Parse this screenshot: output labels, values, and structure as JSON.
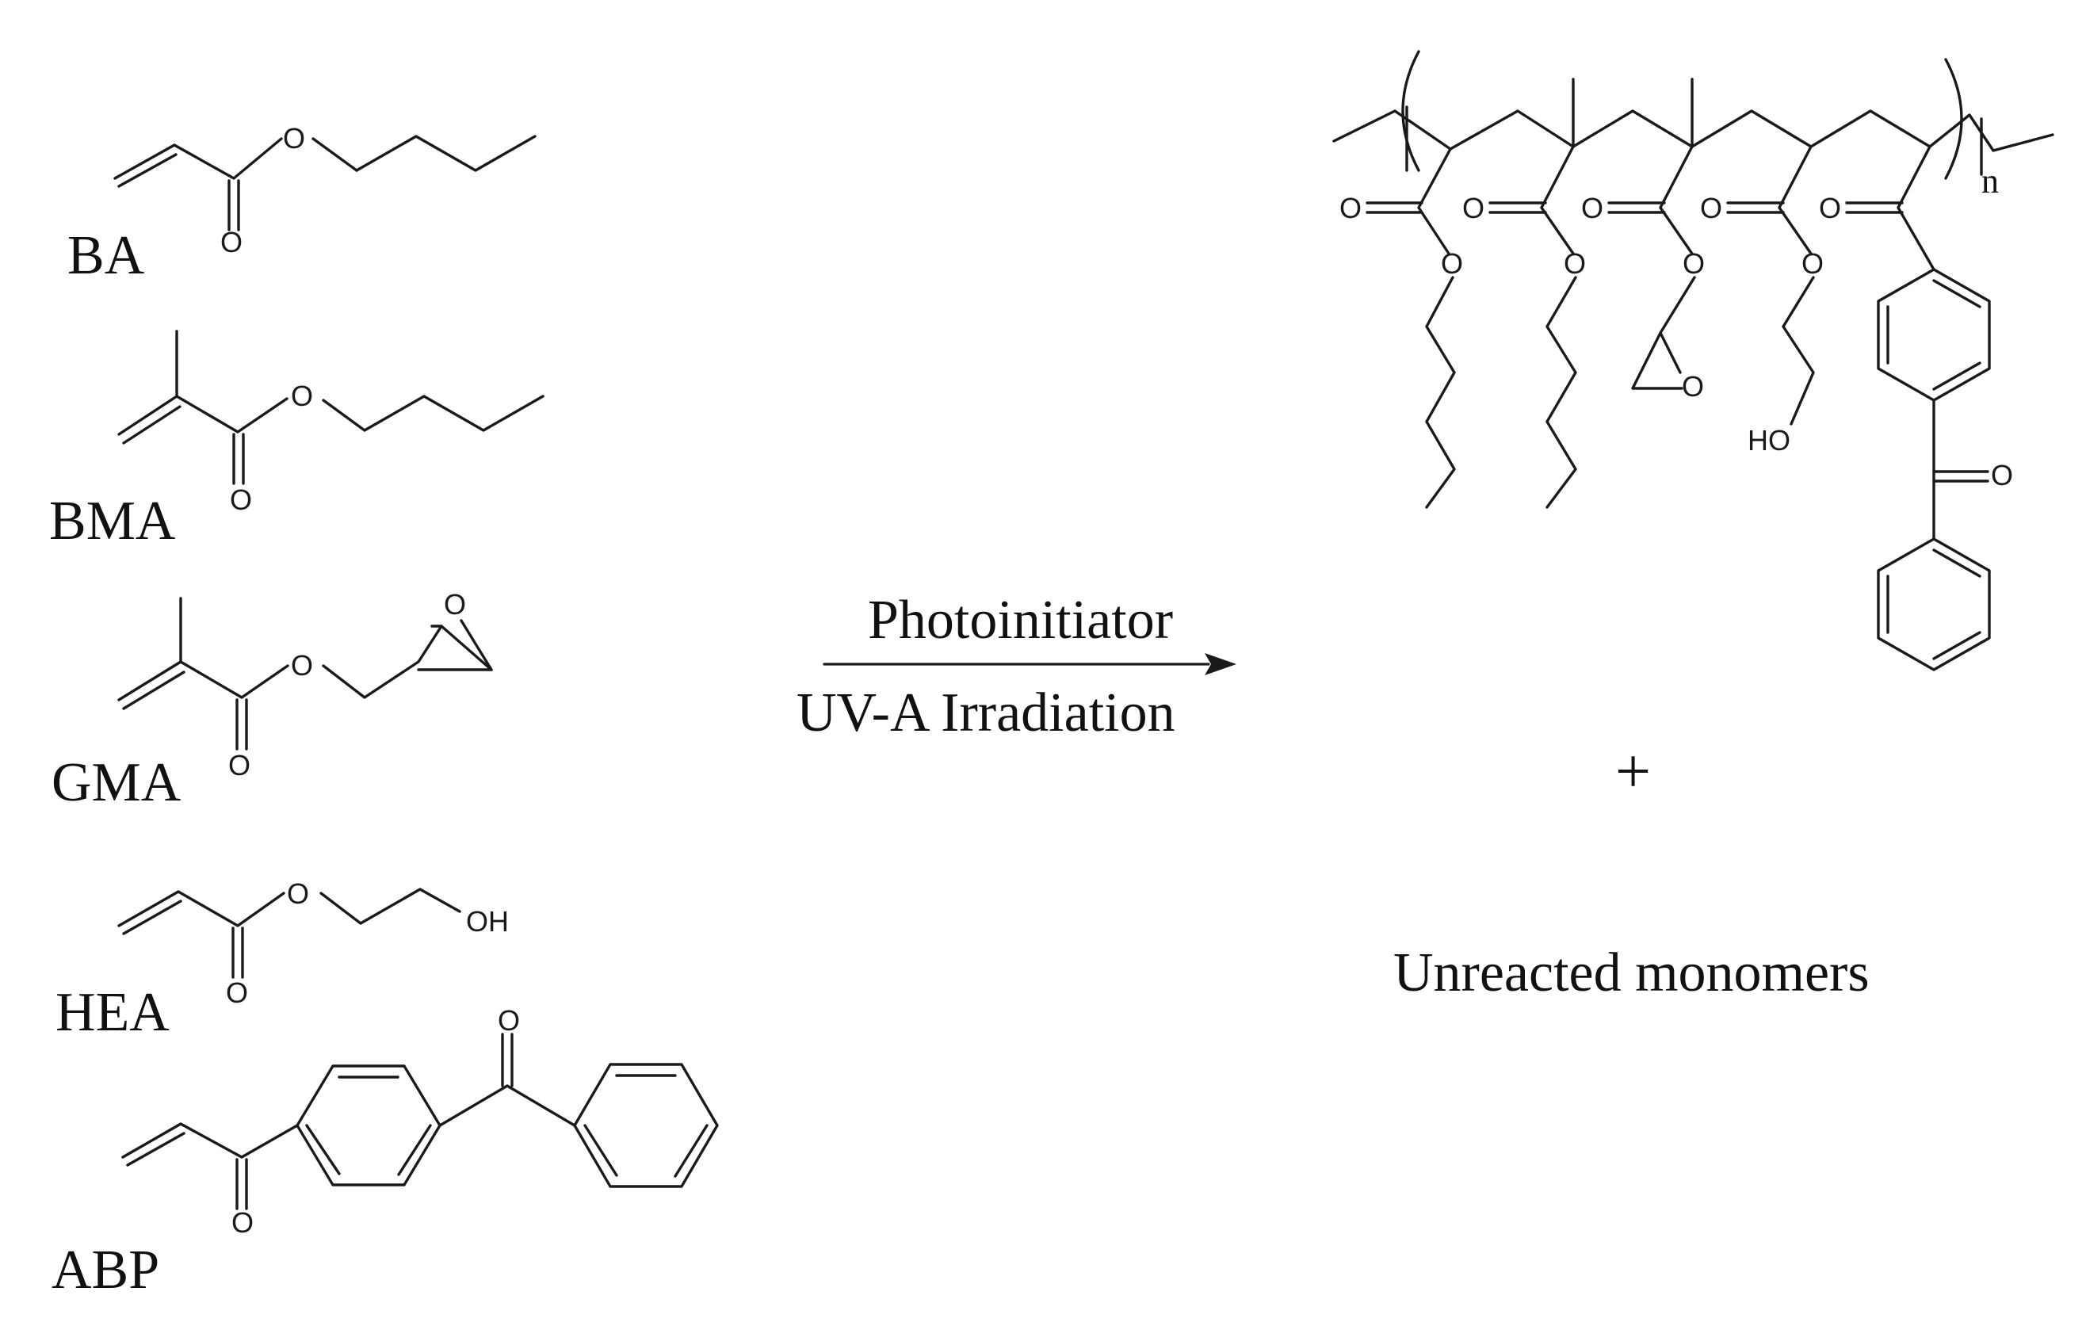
{
  "monomers": [
    {
      "abbr": "BA"
    },
    {
      "abbr": "BMA"
    },
    {
      "abbr": "GMA"
    },
    {
      "abbr": "HEA"
    },
    {
      "abbr": "ABP"
    }
  ],
  "atom_labels": {
    "oxygen": "O",
    "hydroxyl": "OH",
    "hydroxyl_left": "HO"
  },
  "reaction": {
    "above_arrow": "Photoinitiator",
    "below_arrow": "UV-A Irradiation"
  },
  "product": {
    "repeat_subscript": "n",
    "plus": "+",
    "byproduct": "Unreacted monomers"
  }
}
